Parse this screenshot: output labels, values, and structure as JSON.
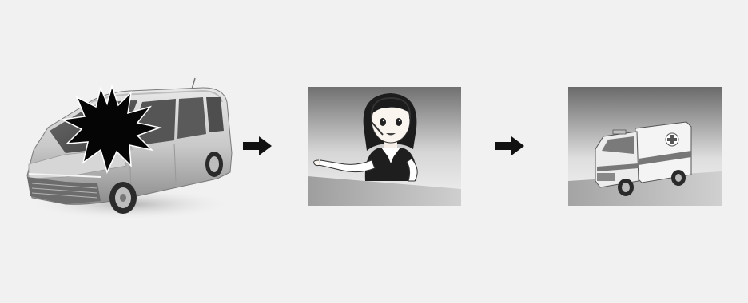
{
  "figure": {
    "steps": [
      {
        "id": "collision",
        "icon": "car-crash-icon"
      },
      {
        "id": "call-center",
        "icon": "operator-icon"
      },
      {
        "id": "emergency-dispatch",
        "icon": "ambulance-icon"
      }
    ],
    "connector_icon": "arrow-right-icon",
    "colors": {
      "background": "#f2f1f1",
      "arrow": "#111111",
      "burst": "#050505",
      "panel_gray": "#8a8a8a"
    }
  }
}
